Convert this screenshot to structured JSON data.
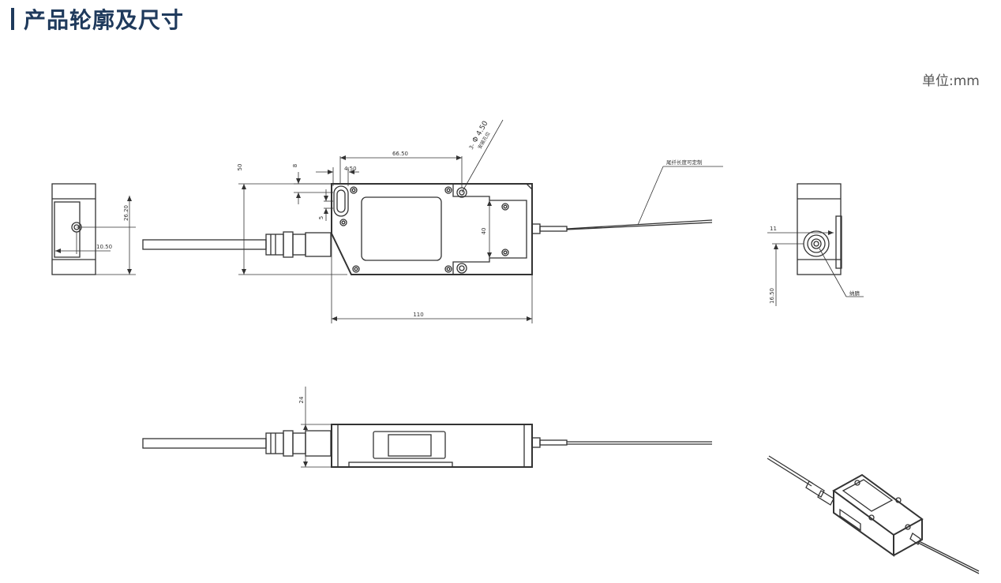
{
  "header": {
    "title": "产品轮廓及尺寸"
  },
  "unit_label": "单位:mm",
  "dimensions": {
    "d_66_50": "66.50",
    "d_8": "8",
    "d_4_50": "4.50",
    "d_50": "50",
    "d_5": "5",
    "d_40": "40",
    "d_110": "110",
    "d_26_20": "26.20",
    "d_10_50": "10.50",
    "d_11": "11",
    "d_16_50": "16.50",
    "d_24": "24",
    "d_hole_count": "3-",
    "d_hole_dia": "Φ 4.50",
    "d_hole_note": "安装孔位"
  },
  "annotations": {
    "pigtail": "尾纤长度可定制",
    "fiber": "纳腈"
  }
}
